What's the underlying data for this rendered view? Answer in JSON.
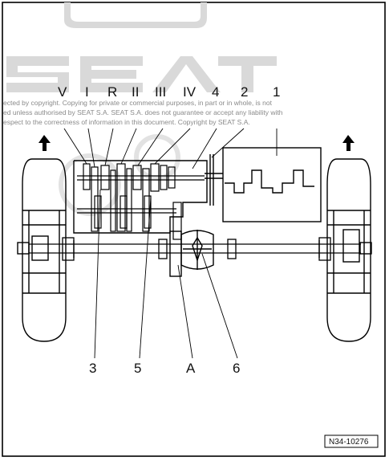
{
  "watermark": {
    "logo_text": "SEAT",
    "notice_lines": [
      "ected by copyright. Copying for private or commercial purposes, in part or in whole, is not",
      "ed unless authorised by SEAT S.A. SEAT S.A. does not guarantee or accept any liability with",
      "espect to the correctness of information in this document. Copyright by SEAT S.A."
    ]
  },
  "labels": {
    "top": [
      "V",
      "I",
      "R",
      "II",
      "III",
      "IV",
      "4",
      "2",
      "1"
    ],
    "bottom": [
      "3",
      "5",
      "A",
      "6"
    ]
  },
  "reference": "N34-10276"
}
